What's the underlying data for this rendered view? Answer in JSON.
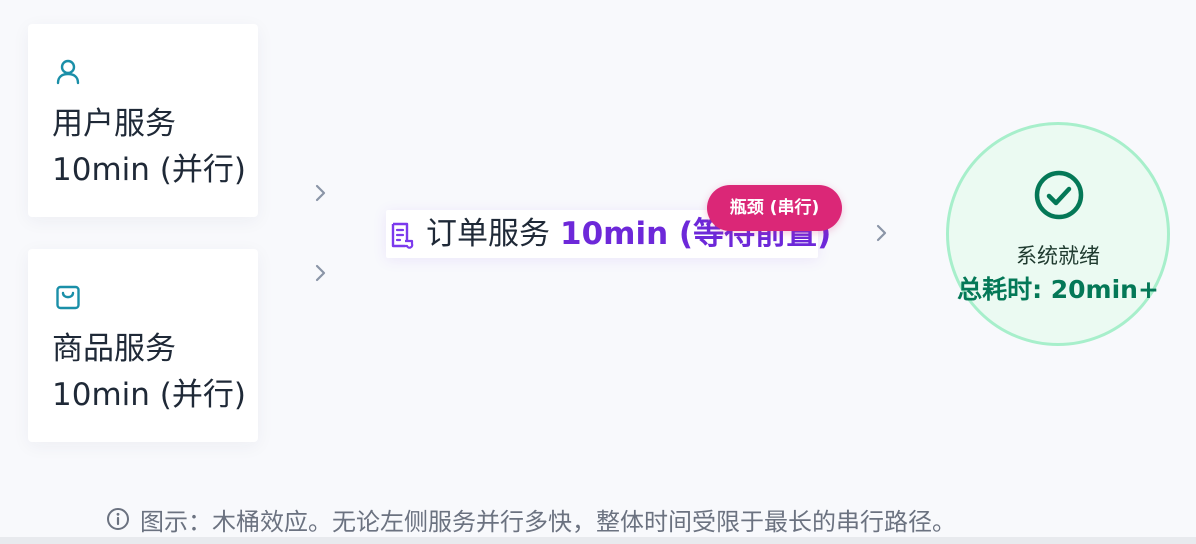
{
  "services": {
    "user": {
      "name": "用户服务",
      "time": "10min (并行)",
      "icon": "user-icon"
    },
    "product": {
      "name": "商品服务",
      "time": "10min (并行)",
      "icon": "shopping-bag-icon"
    }
  },
  "order": {
    "name": "订单服务",
    "time": "10min (等待前置)",
    "icon": "document-list-icon",
    "badge": "瓶颈 (串行)"
  },
  "result": {
    "label": "系统就绪",
    "total": "总耗时: 20min+",
    "icon": "check-circle-icon"
  },
  "caption": {
    "text": "图示：木桶效应。无论左侧服务并行多快，整体时间受限于最长的串行路径。",
    "icon": "info-icon"
  },
  "colors": {
    "accent_teal": "#1a8fa8",
    "order_purple": "#6d28d9",
    "badge_pink": "#db2777",
    "ready_green": "#047857",
    "ready_bg": "#ebfaf2",
    "ready_border": "#a7efcb"
  }
}
